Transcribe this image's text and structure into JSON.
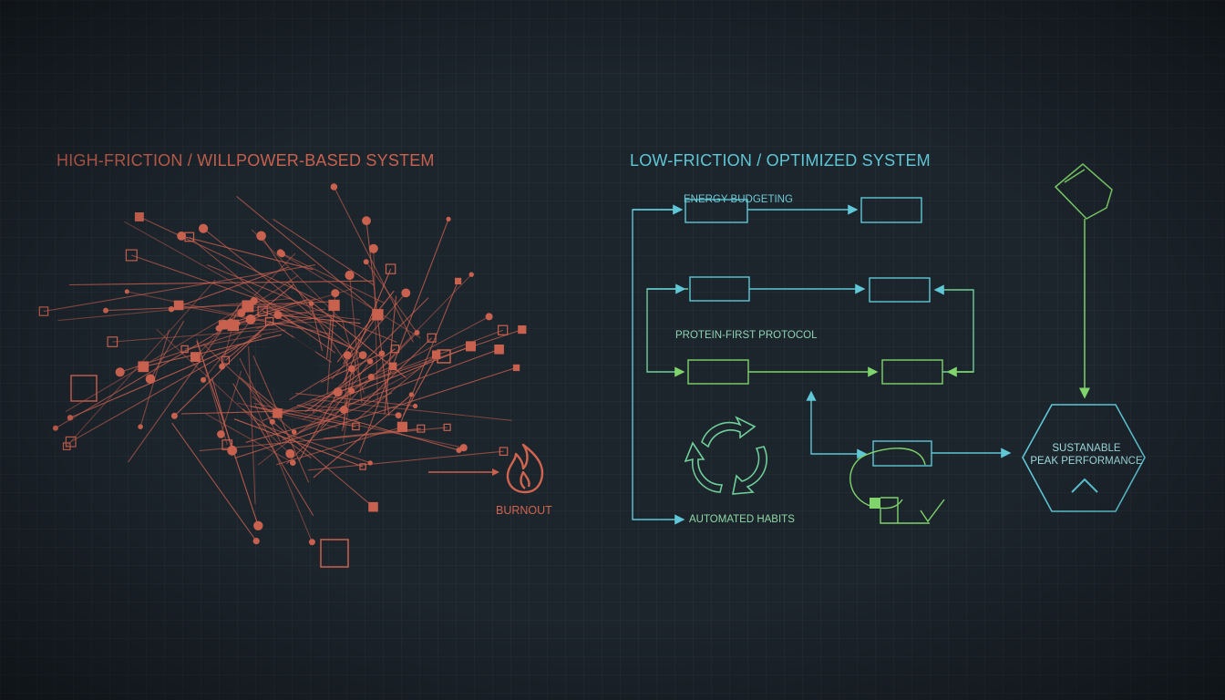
{
  "left_panel": {
    "title": "HIGH-FRICTION / WILLPOWER-BASED SYSTEM",
    "burnout_label": "BURNOUT",
    "color": "#c9614f"
  },
  "right_panel": {
    "title": "LOW-FRICTION / OPTIMIZED SYSTEM",
    "energy_label": "ENERGY BUDGETING",
    "protein_label": "PROTEIN-FIRST PROTOCOL",
    "habits_label": "AUTOMATED HABITS",
    "outcome_label_line1": "SUSTANABLE",
    "outcome_label_line2": "PEAK PERFORMANCE",
    "color_teal": "#5fc7d6",
    "color_green": "#79d36a"
  },
  "icons": {
    "burnout": "flame-icon",
    "habits": "recycle-arrows-icon",
    "peak": "chevron-up-icon",
    "funnel": "funnel-icon",
    "check": "checkmark-icon"
  }
}
